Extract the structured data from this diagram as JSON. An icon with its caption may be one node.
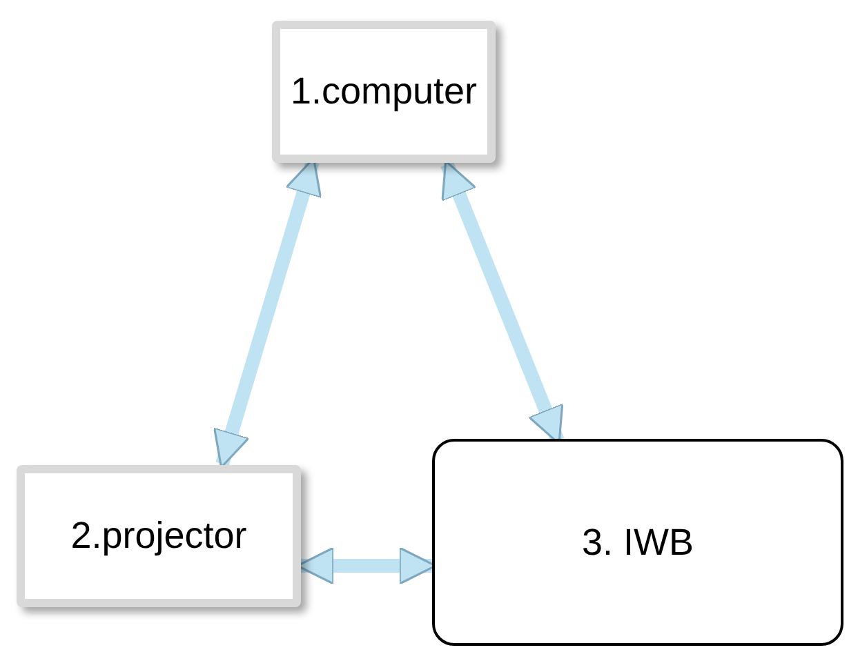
{
  "diagram": {
    "nodes": [
      {
        "text": [
          "1.computer"
        ]
      },
      {
        "text": [
          "2.projector"
        ]
      },
      {
        "text": [
          "3. IWB"
        ]
      }
    ],
    "edges": [
      {
        "from": 0,
        "to": 1,
        "arrow": "both"
      },
      {
        "from": 0,
        "to": 2,
        "arrow": "both"
      },
      {
        "from": 1,
        "to": 2,
        "arrow": "both"
      }
    ]
  }
}
